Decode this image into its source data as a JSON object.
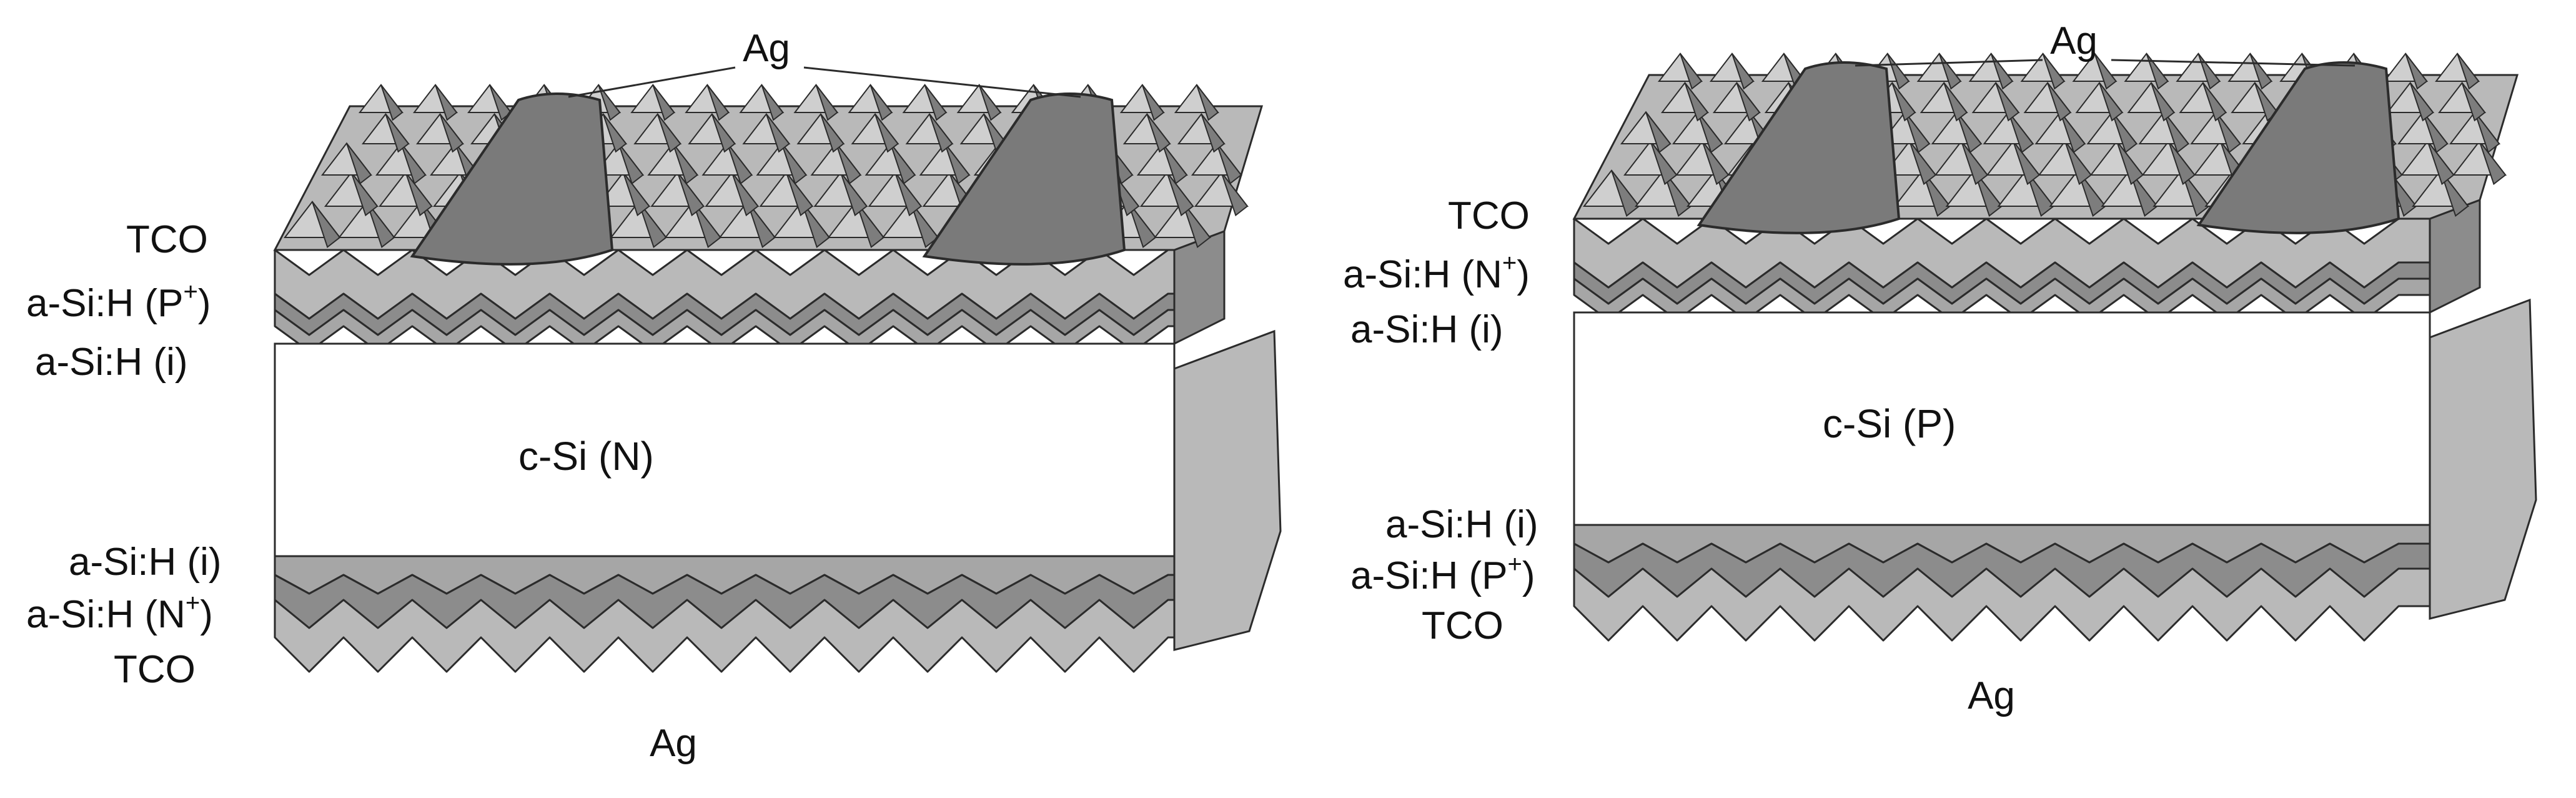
{
  "diagrams": [
    {
      "id": "n-type",
      "bulk_label": "c-Si (N)",
      "top_contact_label": "Ag",
      "bottom_contact_label": "Ag",
      "top_layers": [
        {
          "label": "TCO",
          "sup": ""
        },
        {
          "label": "a-Si:H (P",
          "sup": "+",
          "close": ")"
        },
        {
          "label": "a-Si:H (i)",
          "sup": ""
        }
      ],
      "bottom_layers": [
        {
          "label": "a-Si:H (i)",
          "sup": ""
        },
        {
          "label": "a-Si:H (N",
          "sup": "+",
          "close": ")"
        },
        {
          "label": "TCO",
          "sup": ""
        }
      ]
    },
    {
      "id": "p-type",
      "bulk_label": "c-Si (P)",
      "top_contact_label": "Ag",
      "bottom_contact_label": "Ag",
      "top_layers": [
        {
          "label": "TCO",
          "sup": ""
        },
        {
          "label": "a-Si:H (N",
          "sup": "+",
          "close": ")"
        },
        {
          "label": "a-Si:H (i)",
          "sup": ""
        }
      ],
      "bottom_layers": [
        {
          "label": "a-Si:H (i)",
          "sup": ""
        },
        {
          "label": "a-Si:H (P",
          "sup": "+",
          "close": ")"
        },
        {
          "label": "TCO",
          "sup": ""
        }
      ]
    }
  ],
  "colors": {
    "tco": "#b9b9b9",
    "a_si_doped": "#8c8c8c",
    "a_si_intrinsic": "#a6a6a6",
    "pyramid_light": "#cfcfcf",
    "pyramid_dark": "#7d7d7d",
    "finger": "#7a7a7a",
    "outline": "#2b2b2b",
    "wafer": "#ffffff"
  }
}
